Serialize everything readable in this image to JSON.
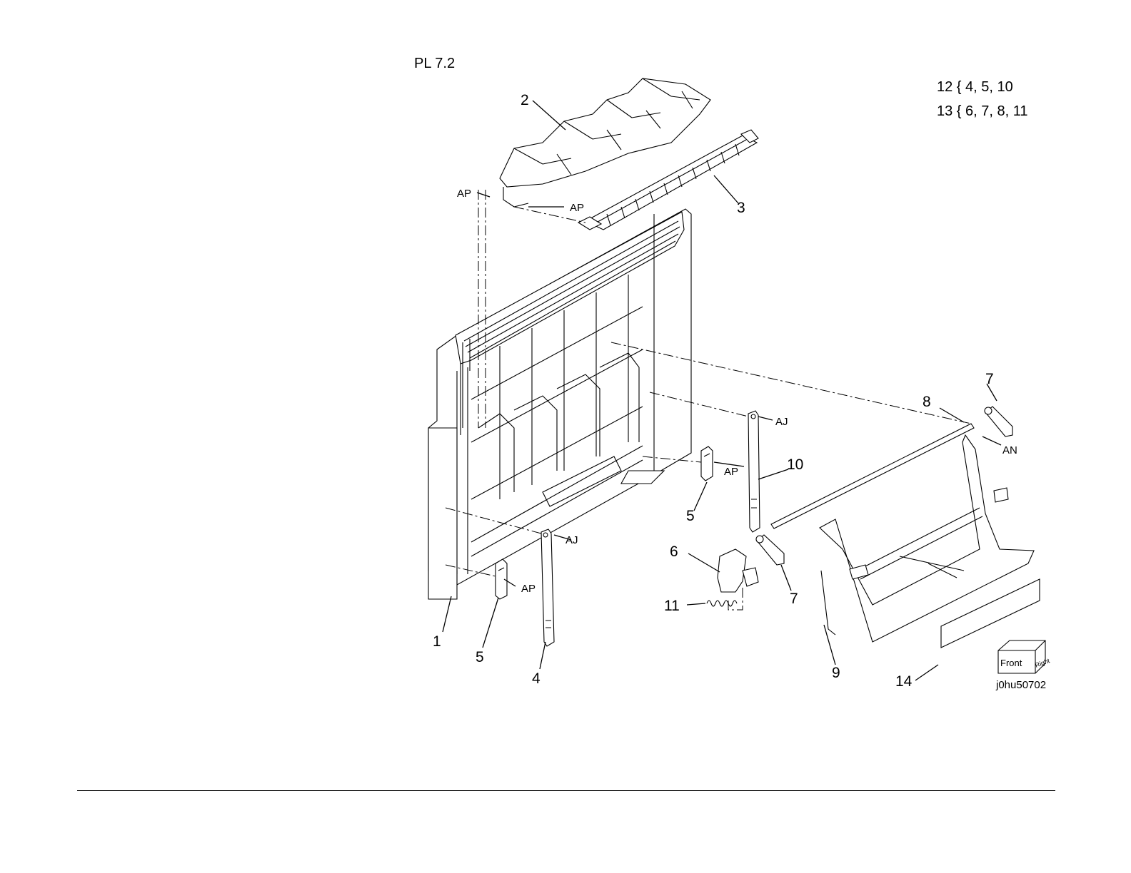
{
  "title": "PL 7.2",
  "legend": [
    "12 { 4, 5, 10",
    "13 { 6, 7, 8, 11"
  ],
  "image_ref": "j0hu50702",
  "orientation_cube": {
    "front": "Front",
    "right": "Right"
  },
  "callouts": {
    "c1": "1",
    "c2": "2",
    "c3": "3",
    "c4": "4",
    "c5a": "5",
    "c5b": "5",
    "c6": "6",
    "c7a": "7",
    "c7b": "7",
    "c8": "8",
    "c9": "9",
    "c10": "10",
    "c11": "11",
    "c14": "14"
  },
  "tags": {
    "ap1": "AP",
    "ap2": "AP",
    "ap3": "AP",
    "ap4": "AP",
    "aj1": "AJ",
    "aj2": "AJ",
    "an1": "AN"
  }
}
